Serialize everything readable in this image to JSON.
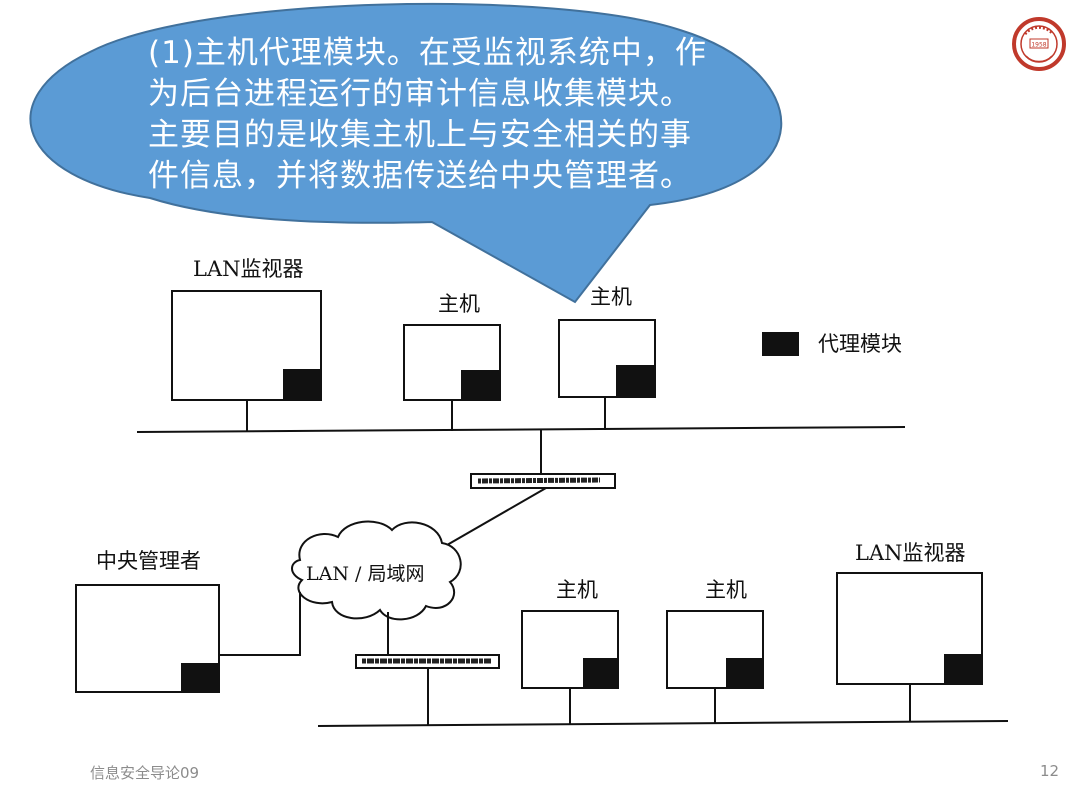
{
  "callout": {
    "lines": [
      "(1)主机代理模块。在受监视系统中，作",
      "为后台进程运行的审计信息收集模块。",
      "主要目的是收集主机上与安全相关的事",
      "件信息，并将数据传送给中央管理者。"
    ],
    "fill_color": "#5b9bd5",
    "stroke_color": "#41719c"
  },
  "diagram": {
    "legend_label": "代理模块",
    "top_lan_monitor": "LAN监视器",
    "top_host_1": "主机",
    "top_host_2": "主机",
    "cloud_label": "LAN / 局域网",
    "central_manager": "中央管理者",
    "bottom_host_1": "主机",
    "bottom_host_2": "主机",
    "bottom_lan_monitor": "LAN监视器"
  },
  "footer": {
    "course": "信息安全导论09",
    "page_number": "12"
  },
  "logo": {
    "year": "1958",
    "ring_color": "#c0392b"
  }
}
